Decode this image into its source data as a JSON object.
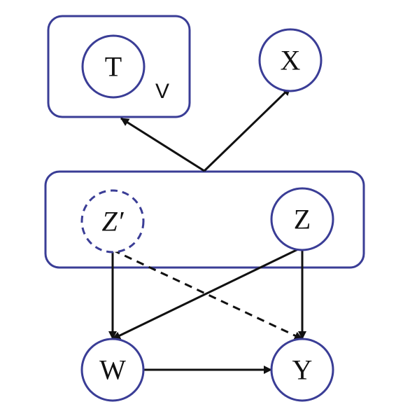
{
  "colors": {
    "node_stroke": "#3a3d96",
    "edge": "#111111",
    "background": "#ffffff"
  },
  "groups": {
    "top_left_box_label": "V"
  },
  "nodes": {
    "T": "T",
    "X": "X",
    "Z_prime": "Z′",
    "Z": "Z",
    "W": "W",
    "Y": "Y"
  },
  "node_styles": {
    "Z_prime": "dashed"
  },
  "edges": [
    {
      "from": "middle-box",
      "to": "top-left-box",
      "style": "solid"
    },
    {
      "from": "middle-box",
      "to": "X",
      "style": "solid"
    },
    {
      "from": "Z_prime",
      "to": "W",
      "style": "solid"
    },
    {
      "from": "Z_prime",
      "to": "Y",
      "style": "dashed"
    },
    {
      "from": "Z",
      "to": "W",
      "style": "solid"
    },
    {
      "from": "Z",
      "to": "Y",
      "style": "solid"
    },
    {
      "from": "W",
      "to": "Y",
      "style": "solid"
    }
  ]
}
